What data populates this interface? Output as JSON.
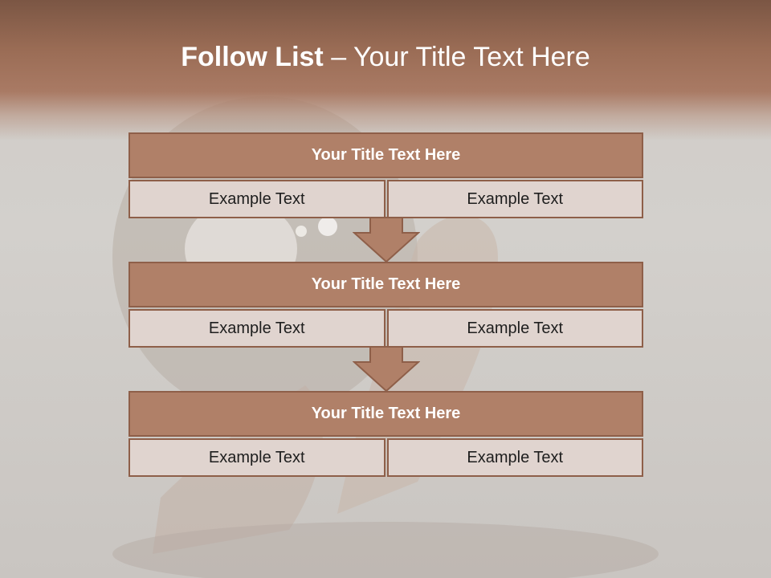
{
  "slide": {
    "title_bold": "Follow List",
    "title_rest": " – Your Title Text Here"
  },
  "blocks": [
    {
      "title": "Your Title Text Here",
      "left": "Example Text",
      "right": "Example Text"
    },
    {
      "title": "Your Title Text Here",
      "left": "Example Text",
      "right": "Example Text"
    },
    {
      "title": "Your Title Text Here",
      "left": "Example Text",
      "right": "Example Text"
    }
  ],
  "colors": {
    "header": "#9a6c55",
    "block_title": "#b08068",
    "block_border": "#8e5f49",
    "cell": "#e0d4cf"
  }
}
